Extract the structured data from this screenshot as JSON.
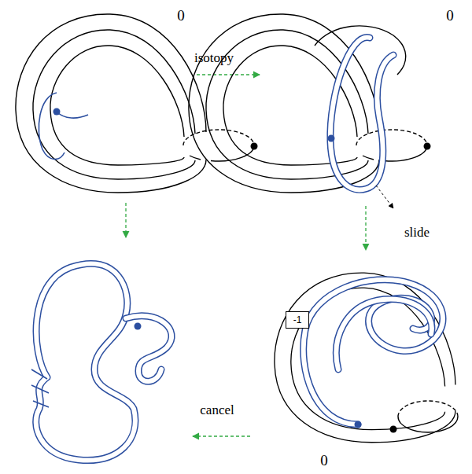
{
  "diagram": {
    "nodes": [
      {
        "text": [
          "-1"
        ]
      }
    ],
    "labels": [
      "0",
      "isotopy",
      "0",
      "slide",
      "0",
      "cancel"
    ]
  }
}
